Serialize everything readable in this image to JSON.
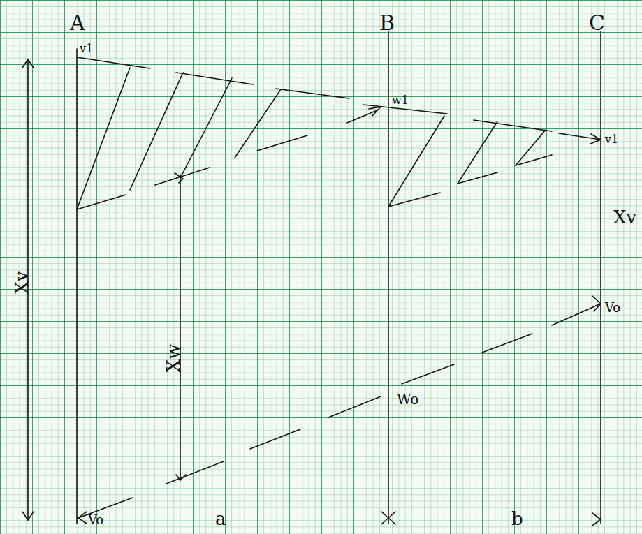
{
  "diagram": {
    "labels": [
      "A",
      "B",
      "C",
      "v1",
      "w1",
      "v1",
      "Xv",
      "Xw",
      "Xv",
      "Vo",
      "Wo",
      "Vo",
      "a",
      "b"
    ]
  }
}
